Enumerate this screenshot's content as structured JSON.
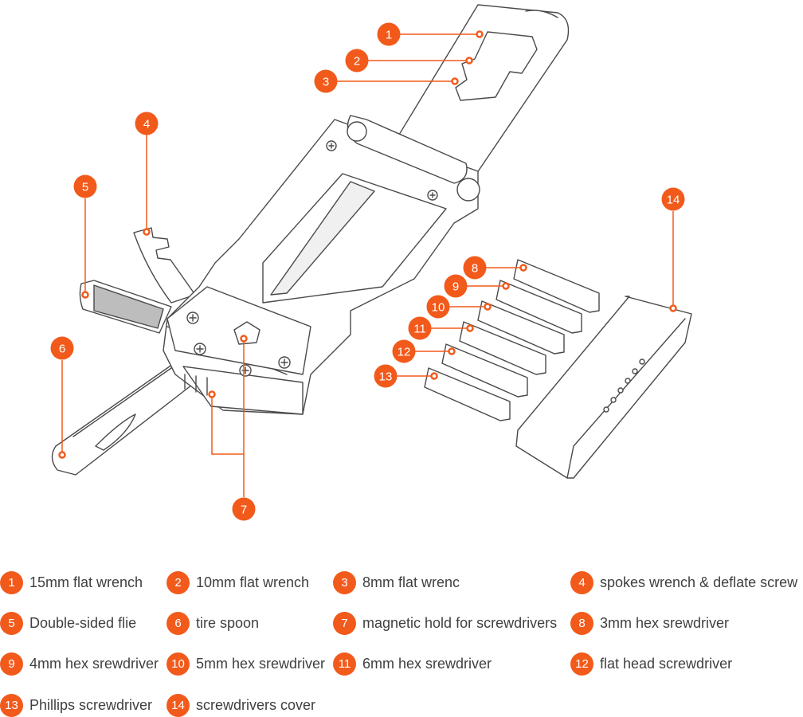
{
  "colors": {
    "accent": "#f25a1b",
    "line": "#4a4a4a",
    "text": "#3f3f3f"
  },
  "callouts": [
    "1",
    "2",
    "3",
    "4",
    "5",
    "6",
    "7",
    "8",
    "9",
    "10",
    "11",
    "12",
    "13",
    "14"
  ],
  "legend": [
    {
      "num": "1",
      "label": "15mm flat wrench"
    },
    {
      "num": "2",
      "label": "10mm flat wrench"
    },
    {
      "num": "3",
      "label": "8mm flat wrenc"
    },
    {
      "num": "4",
      "label": "spokes wrench & deflate screw"
    },
    {
      "num": "5",
      "label": "Double-sided flie"
    },
    {
      "num": "6",
      "label": "tire spoon"
    },
    {
      "num": "7",
      "label": "magnetic hold for screwdrivers"
    },
    {
      "num": "8",
      "label": "3mm hex srewdriver"
    },
    {
      "num": "9",
      "label": "4mm hex srewdriver"
    },
    {
      "num": "10",
      "label": "5mm hex srewdriver"
    },
    {
      "num": "11",
      "label": "6mm hex srewdriver"
    },
    {
      "num": "12",
      "label": "flat head screwdriver"
    },
    {
      "num": "13",
      "label": "Phillips screwdriver"
    },
    {
      "num": "14",
      "label": "screwdrivers cover"
    }
  ]
}
